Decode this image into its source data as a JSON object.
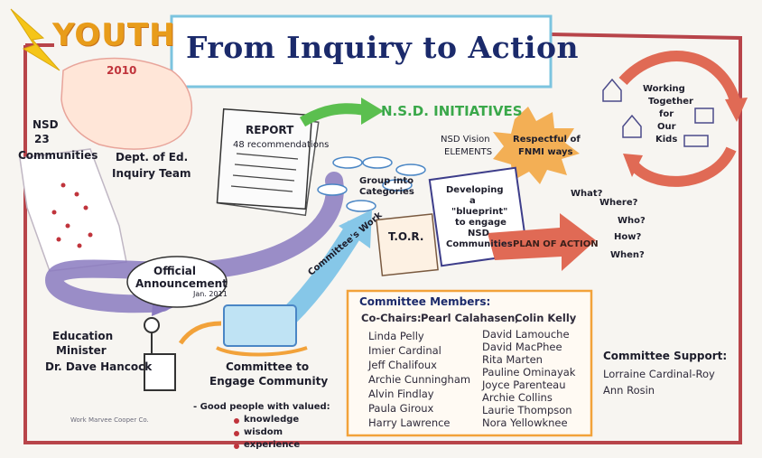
{
  "title": "From Inquiry to Action",
  "youth": "YOUTH",
  "year": "2010",
  "nsd": {
    "line1": "NSD",
    "line2": "23",
    "line3": "Communities"
  },
  "inquiry_team": {
    "line1": "Dept. of Ed.",
    "line2": "Inquiry Team"
  },
  "report": {
    "title": "REPORT",
    "subtitle": "48 recommendations"
  },
  "initiatives": "N.S.D. INITIATIVES",
  "vision": {
    "line1": "NSD Vision",
    "line2": "ELEMENTS"
  },
  "respectful": {
    "line1": "Respectful of",
    "line2": "FNMI ways"
  },
  "working": {
    "line1": "Working",
    "line2": "Together",
    "line3": "for",
    "line4": "Our",
    "line5": "Kids"
  },
  "group": {
    "line1": "Group into",
    "line2": "Categories"
  },
  "tor": "T.O.R.",
  "blueprint": {
    "line1": "Developing",
    "line2": "a",
    "line3": "\"blueprint\"",
    "line4": "to engage",
    "line5": "NSD",
    "line6": "Communities"
  },
  "plan": "PLAN OF ACTION",
  "questions": [
    "What?",
    "Where?",
    "Who?",
    "How?",
    "When?"
  ],
  "announcement": {
    "line1": "Official",
    "line2": "Announcement",
    "date": "Jan. 2011"
  },
  "committees_work": "Committee's Work",
  "minister": {
    "line1": "Education",
    "line2": "Minister",
    "line3": "Dr. Dave Hancock"
  },
  "committee": {
    "line1": "Committee to",
    "line2": "Engage Community"
  },
  "good_people": "- Good people with valued:",
  "values": [
    "knowledge",
    "wisdom",
    "experience"
  ],
  "members": {
    "heading": "Committee Members:",
    "cochairs_label": "Co-Chairs:",
    "cochairs": [
      "Pearl Calahasen,",
      "Colin Kelly"
    ],
    "left": [
      "Linda Pelly",
      "Imier Cardinal",
      "Jeff Chalifoux",
      "Archie Cunningham",
      "Alvin Findlay",
      "Paula Giroux",
      "Harry Lawrence"
    ],
    "right": [
      "David Lamouche",
      "David MacPhee",
      "Rita Marten",
      "Pauline Ominayak",
      "Joyce Parenteau",
      "Archie Collins",
      "Laurie Thompson",
      "Nora Yellowknee"
    ]
  },
  "support": {
    "heading": "Committee Support:",
    "names": [
      "Lorraine Cardinal-Roy",
      "Ann Rosin"
    ]
  },
  "credit": "Work Marvee Cooper Co.",
  "colors": {
    "frame": "#b8444a",
    "title_blue": "#1b2a6b",
    "youth_orange": "#e89c1a",
    "arrow_purple": "#8a7ac0",
    "arrow_green": "#5bbf4f",
    "arrow_blue": "#86c7e8",
    "arrow_red": "#e06a55",
    "star_orange": "#f2a23a"
  }
}
